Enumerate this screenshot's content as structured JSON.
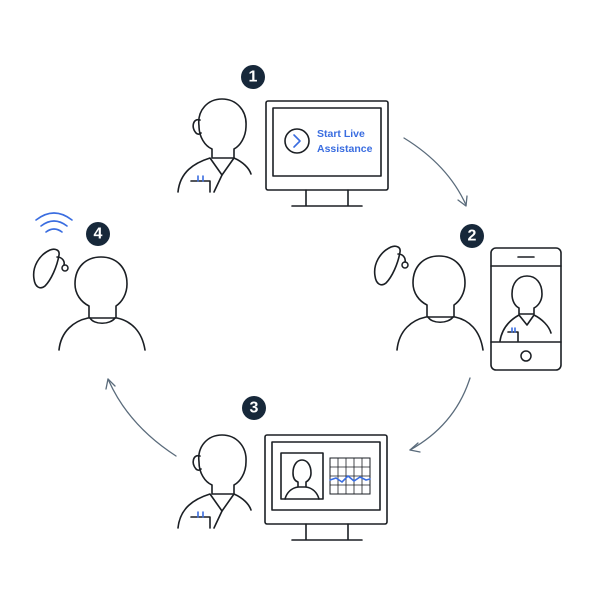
{
  "steps": [
    {
      "number": "1"
    },
    {
      "number": "2"
    },
    {
      "number": "3"
    },
    {
      "number": "4"
    }
  ],
  "step1": {
    "screen_text_line1": "Start Live",
    "screen_text_line2": "Assistance"
  },
  "colors": {
    "badge": "#17283a",
    "line": "#1b1f24",
    "arrow": "#5a6b7b",
    "accent_blue": "#3a6de0"
  }
}
